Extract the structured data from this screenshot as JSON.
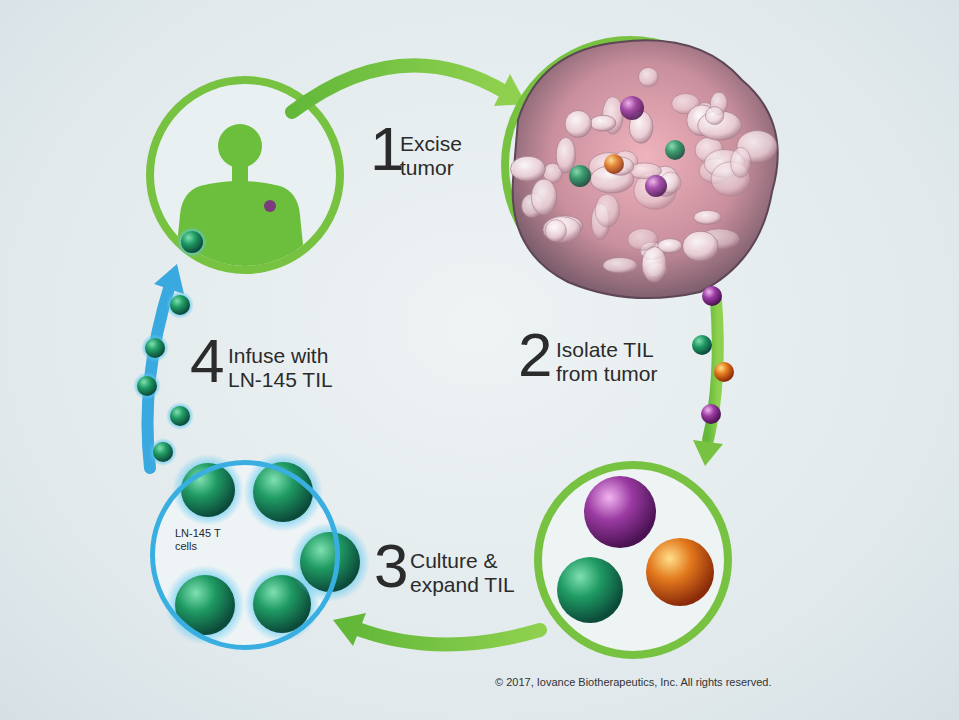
{
  "diagram": {
    "nodes": [
      {
        "text": [
          "LN-145 T cells"
        ]
      }
    ],
    "labels": [
      "1",
      "Excise tumor",
      "2",
      "Isolate TIL from tumor",
      "3",
      "Culture & expand TIL",
      "4",
      "Infuse with LN-145 TIL",
      "© 2017, Iovance Biotherapeutics, Inc. All rights reserved."
    ]
  }
}
